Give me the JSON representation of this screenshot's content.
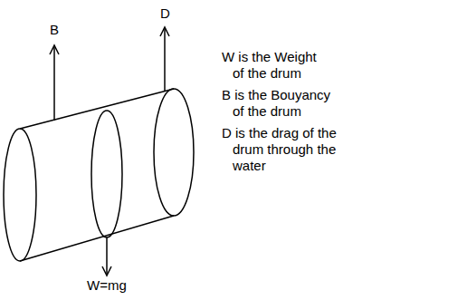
{
  "diagram": {
    "labels": [
      "B",
      "D",
      "W=mg",
      "W is the Weight of the drum",
      "B is the Bouyancy of the drum",
      "D is the drag of the drum through the water"
    ]
  }
}
